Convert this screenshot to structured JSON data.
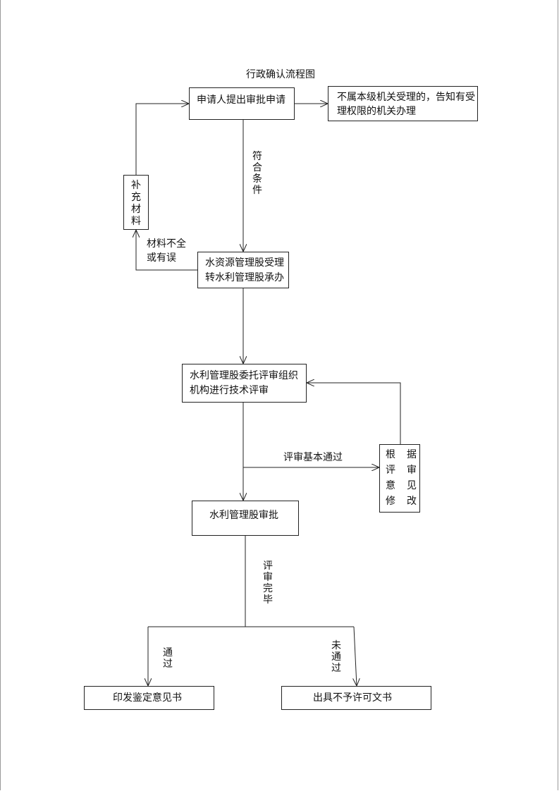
{
  "diagram": {
    "title": "行政确认流程图",
    "nodes": {
      "apply": "申请人提出审批申请",
      "not_accept": [
        "不属本级机关受理的，告知有受",
        "理权限的机关办理"
      ],
      "supplement": "补充材料",
      "water_resource": [
        "水资源管理股受理",
        "转水利管理股承办"
      ],
      "tech_review": [
        "水利管理股委托评审组织",
        "机构进行技术评审"
      ],
      "revise": {
        "col1": [
          "根",
          "评",
          "意",
          "修"
        ],
        "col2": [
          "据",
          "审",
          "见",
          "改"
        ]
      },
      "approve": "水利管理股审批",
      "issue_opinion": "印发鉴定意见书",
      "not_permit": "出具不予许可文书"
    },
    "edge_labels": {
      "qualified": "符合条件",
      "incomplete": [
        "材料不全",
        "或有误"
      ],
      "review_passed": "评审基本通过",
      "review_done": "评审完毕",
      "passed": "通过",
      "not_passed": "未通过"
    }
  }
}
